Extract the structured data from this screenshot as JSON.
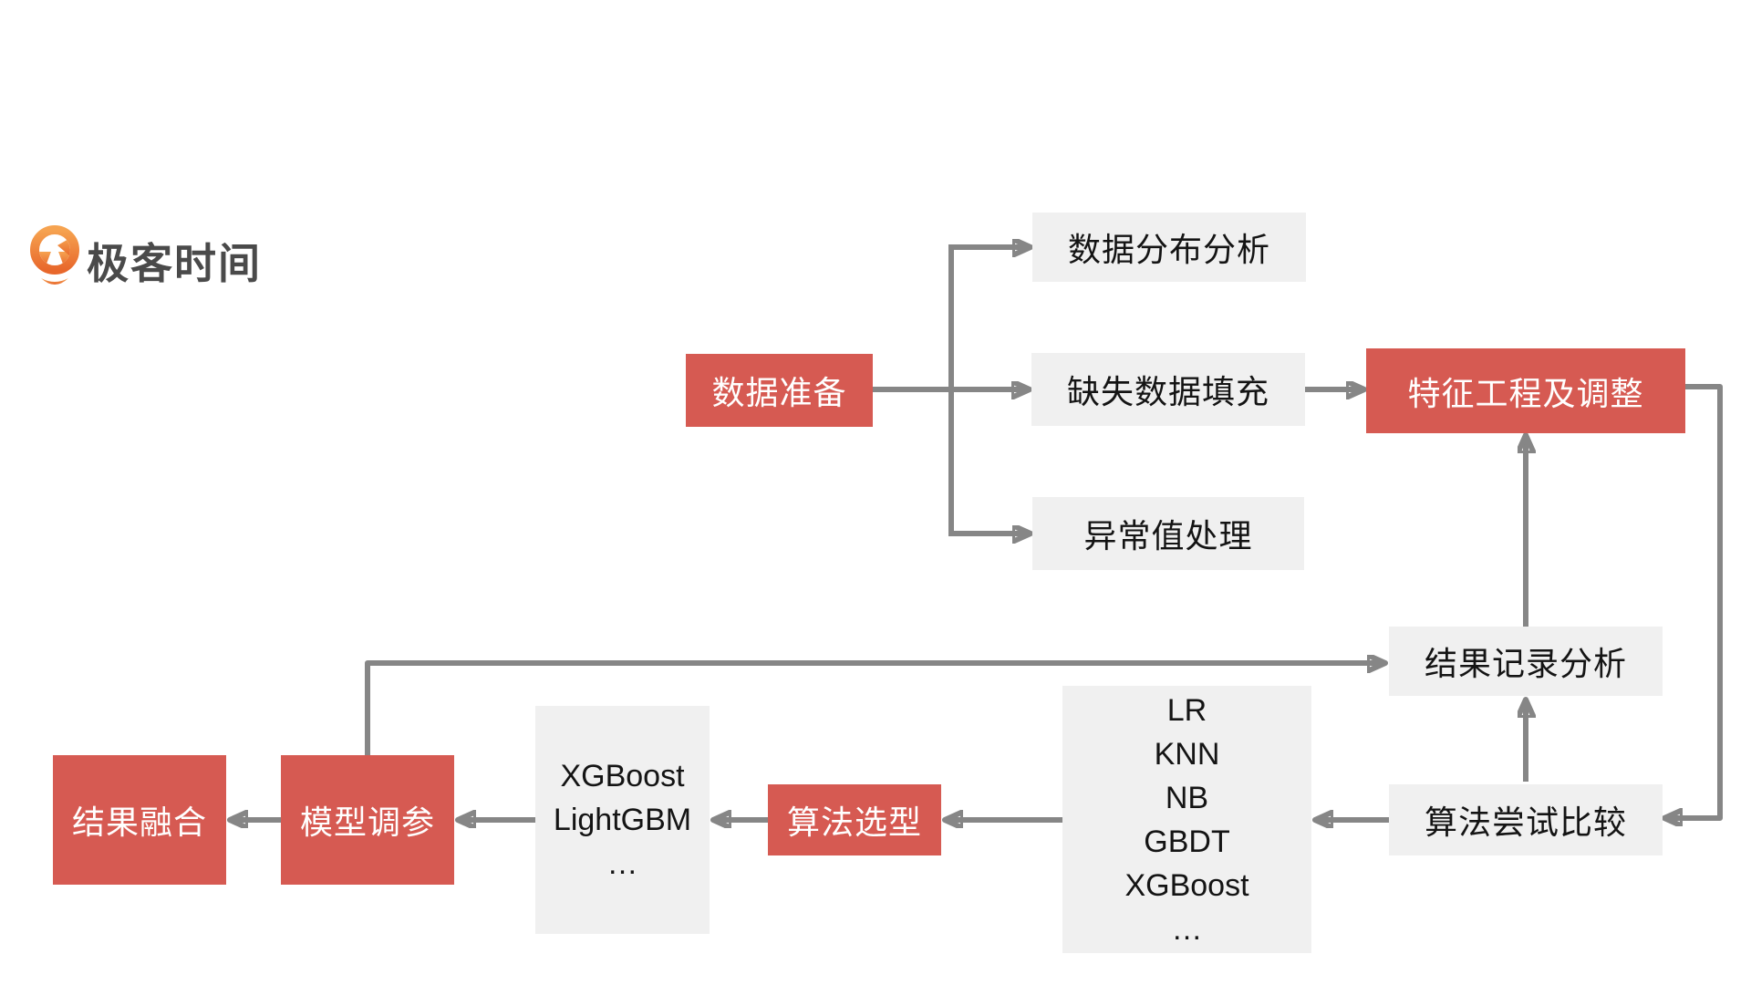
{
  "logo": {
    "text": "极客时间",
    "icon": "geektime-pin-icon"
  },
  "colors": {
    "red": "#D65A52",
    "gray_box": "#F0F0F0",
    "line": "#868686",
    "node_text_dark": "#141414",
    "logo_text": "#4A4A4A",
    "logo_orange_light": "#F6A350",
    "logo_orange_dark": "#E8682C"
  },
  "nodes": {
    "data_prep": {
      "label": "数据准备"
    },
    "dist_analysis": {
      "label": "数据分布分析"
    },
    "missing_fill": {
      "label": "缺失数据填充"
    },
    "outlier_handling": {
      "label": "异常值处理"
    },
    "feature_engineering": {
      "label": "特征工程及调整"
    },
    "result_record": {
      "label": "结果记录分析"
    },
    "algo_compare": {
      "label": "算法尝试比较"
    },
    "algo_candidates": {
      "lines": [
        "LR",
        "KNN",
        "NB",
        "GBDT",
        "XGBoost",
        "…"
      ]
    },
    "algo_select": {
      "label": "算法选型"
    },
    "selected_models": {
      "lines": [
        "XGBoost",
        "LightGBM",
        "…"
      ]
    },
    "model_tuning": {
      "label": "模型调参"
    },
    "result_fusion": {
      "label": "结果融合"
    }
  }
}
